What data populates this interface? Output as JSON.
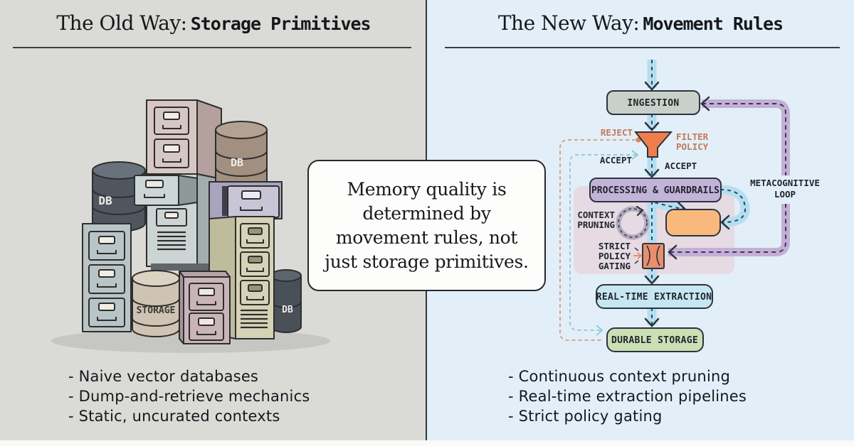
{
  "page": {
    "bg_left": "#dadad7",
    "bg_right": "#e2eff8",
    "divider_color": "#35383b"
  },
  "left_panel": {
    "title_prefix": "The Old Way:",
    "title_main": "Storage Primitives",
    "bullets": [
      "- Naive vector databases",
      "- Dump-and-retrieve mechanics",
      "- Static, uncurated contexts"
    ],
    "illustration": {
      "db1": "DB",
      "db2": "DB",
      "db3": "DB",
      "storage": "STORAGE"
    }
  },
  "right_panel": {
    "title_prefix": "The New Way:",
    "title_main": "Movement Rules",
    "bullets": [
      "- Continuous context pruning",
      "- Real-time extraction pipelines",
      "- Strict policy gating"
    ],
    "flowchart": {
      "ingestion": "INGESTION",
      "processing": "PROCESSING & GUARDRAILS",
      "realtime": "REAL-TIME EXTRACTION",
      "durable": "DURABLE STORAGE",
      "reject": "REJECT",
      "accept_left": "ACCEPT",
      "accept_right": "ACCEPT",
      "filter1": "FILTER",
      "filter2": "POLICY",
      "context1": "CONTEXT",
      "context2": "PRUNING",
      "strict1": "STRICT",
      "strict2": "POLICY",
      "strict3": "GATING",
      "meta1": "METACOGNITIVE",
      "meta2": "LOOP"
    }
  },
  "callout": {
    "lines": [
      "Memory quality is",
      "determined by",
      "movement rules, not",
      "just storage primitives."
    ]
  },
  "colors": {
    "flow_blue": "#b5dff0",
    "loop_purple": "#c4afd4",
    "funnel_orange": "#f07e4d",
    "gate_orange": "#e88f6b",
    "box_orange": "#f9b97c",
    "node_gray": "#c9d0ca",
    "node_purple": "#c2b3d8",
    "node_blue": "#c6e7f1",
    "node_green": "#c9e0b5",
    "reject_label_orange": "#c4785a",
    "pink_panel": "#e6d6df"
  }
}
